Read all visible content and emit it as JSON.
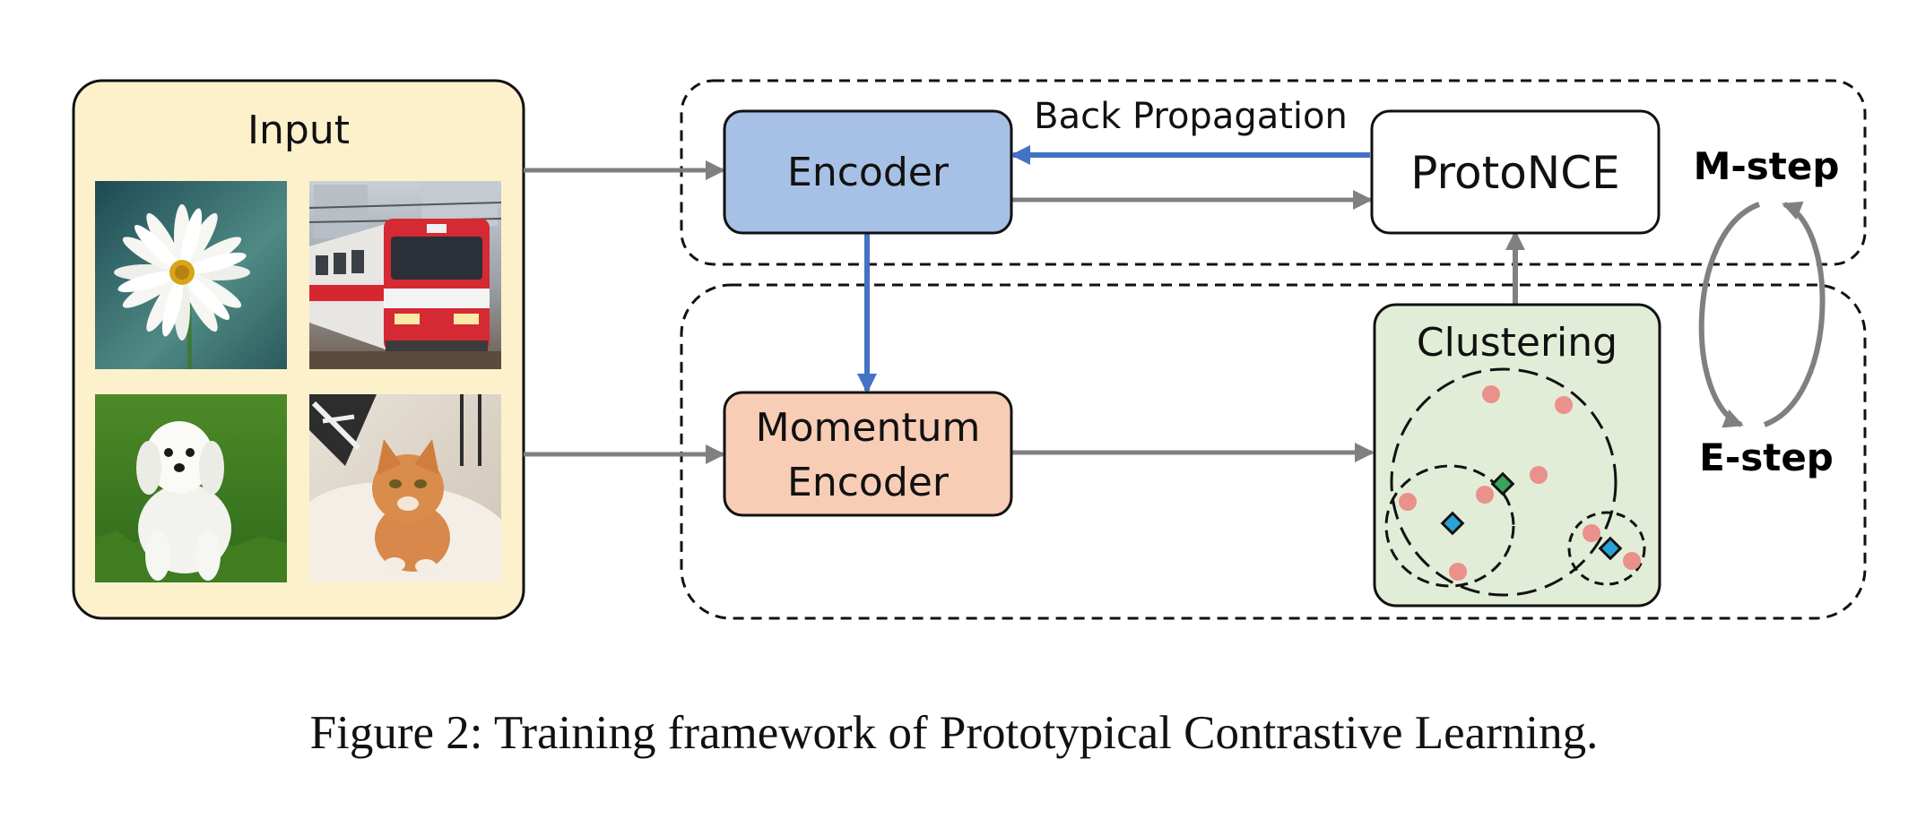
{
  "diagram": {
    "input": {
      "title": "Input",
      "images": [
        "flower",
        "train",
        "dog",
        "cat"
      ]
    },
    "encoder": {
      "label": "Encoder"
    },
    "momentum_encoder": {
      "line1": "Momentum",
      "line2": "Encoder"
    },
    "protonce": {
      "label": "ProtoNCE"
    },
    "back_propagation": {
      "label": "Back Propagation"
    },
    "clustering": {
      "label": "Clustering"
    },
    "m_step": {
      "label": "M-step"
    },
    "e_step": {
      "label": "E-step"
    },
    "colors": {
      "input_fill": "#fdf1cc",
      "encoder_fill": "#a7c0e5",
      "momentum_fill": "#f7cdb6",
      "clustering_fill": "#e1edd7",
      "flow_arrow": "#808080",
      "backprop_arrow": "#4472c4",
      "cluster_point": "#e9918a",
      "prototype_blue": "#29a3d6",
      "prototype_green": "#3aa35c"
    }
  },
  "caption": {
    "figure_label": "Figure 2:",
    "text": "Training framework of Prototypical Contrastive Learning."
  }
}
